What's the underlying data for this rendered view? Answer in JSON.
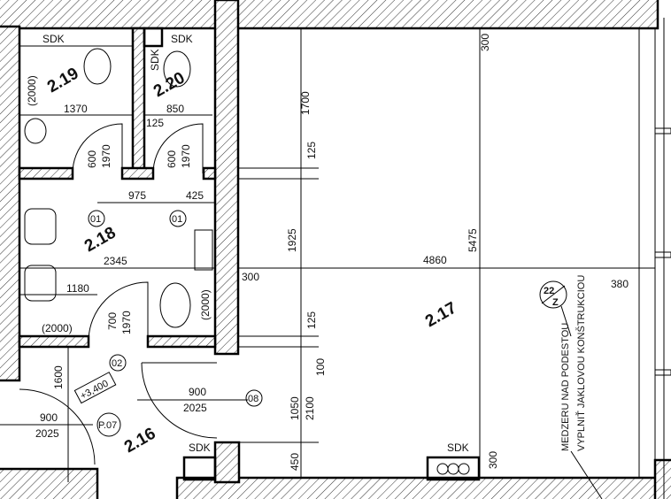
{
  "rooms": {
    "r219": "2.19",
    "r220": "2.20",
    "r218": "2.18",
    "r217": "2.17",
    "r216": "2.16"
  },
  "labels": {
    "sdk": "SDK",
    "h2000": "(2000)"
  },
  "dims": {
    "d1370": "1370",
    "d850": "850",
    "d125a": "125",
    "d600": "600",
    "d1970": "1970",
    "d975": "975",
    "d425": "425",
    "d2345": "2345",
    "d1180": "1180",
    "d700": "700",
    "d300": "300",
    "d1600": "1600",
    "d900": "900",
    "d2025": "2025",
    "d1050": "1050",
    "d2100": "2100",
    "d450": "450",
    "d100": "100",
    "d125": "125",
    "d1700": "1700",
    "d1925": "1925",
    "d4860": "4860",
    "d5475": "5475",
    "d380": "380"
  },
  "tags": {
    "t01": "01",
    "t02": "02",
    "t08": "08",
    "p07": "P.07",
    "level": "+3,400",
    "sec_top": "22",
    "sec_bottom": "Z"
  },
  "notes": {
    "line1": "MEDZERU NAD PODESTOU",
    "line2": "VYPLNIŤ JAKLOVOU KONŠTRUKCIOU"
  }
}
